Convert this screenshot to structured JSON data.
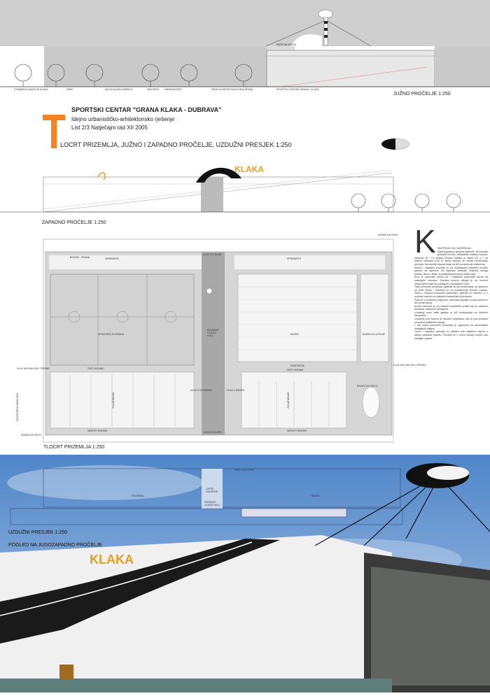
{
  "header": {
    "title": "SPORTSKI CENTAR \"GRANA KLAKA - DUBRAVA\"",
    "subtitle": "Idejno urbanističko-arhitektonsko rješenje",
    "sheet": "List 2/3 Natječajni rad XII 2005",
    "drawing_list": "LOCRT PRIZEMLJA, JUŽNO I ZAPADNO PROČELJE, UZDUŽNI PRESJEK 1:250",
    "accent_color": "#f58220"
  },
  "south_elevation": {
    "label": "JUŽNO PROČELJE 1:250",
    "zones": [
      "STAMBENO NASELJE KLAKA",
      "PARK",
      "ALEJA BLAŽA JURIŠIĆA",
      "DRVORED",
      "PARKIRALIŠTE",
      "PARK SA SPORTSKIM IGRALIŠTIMA",
      "SPORTSKI CENTAR GRANA - KLAKA"
    ],
    "roof_label": "PARK NA KROVU"
  },
  "west_elevation": {
    "label": "ZAPADNO PROČELJE 1:250",
    "logo": "KLAKA"
  },
  "plan": {
    "label": "TLOCRT PRIZEMLJA 1:250",
    "rooms": {
      "spremiste": "SPREMIŠTE",
      "bondic": "BONDIC. GRANA",
      "dvorana": "SPORTSKA DVORANA",
      "passage": "PASSAGE GLAZNI HALL",
      "bazen": "BAZEN",
      "bazen_ucenje": "BAZEN ZA UČENJE",
      "bazen_djeca": "BAZEN ZA DJECU",
      "cisti": "ČISTI HODNIK",
      "necisti": "NEČISTI HODNIK",
      "sanitarije": "SANITARIJE",
      "svlacionice": "SVLAČIONICE"
    },
    "entrances": {
      "grana": "ULAZ IZ GRANE",
      "klaka": "ULAZ IZ KLAKE",
      "dvorana": "ULAZ U DVORANU",
      "bazen": "ULAZ U BAZEN",
      "teren": "ULAZ NA HVALSKU TERENE",
      "terasa": "ULAZ NA HVALSKU TERASU",
      "rampa_top": "RAMPA NA KROV",
      "rampa_bottom": "RAMPA NA KROV",
      "igraliste": "POSTOJEĆA IGRALIŠTA"
    }
  },
  "text_column": {
    "initial": "K",
    "heading": "ONSTRUKCIJA I MATERIJALI",
    "paragraphs": [
      "Cijela zgrada je riješena rasterom 18 komada jednakih krovnih rešetkastih čeličnih nosača, raspona 35 i 74 metara Krovna rešetka je visine 3,5 m i na rasteru razmaka 6,25 m. Bočni stupovi su unutar konstrukcije pročelja, dok srednji stupovi staje na AB konstrukciji svlačionica.",
      "Možno i zapadno pročelje su od aluminijskih fasadnih sendvič panela, sa tapunom od toplinske izolacije. Završna obloga panela, limovi i brtve, su plastificirane limom bijele boje.",
      "Krov je prohodan krovni sa 7 traktatnih poprečnih okvira za nadsvjetle dvorana. Završna krovna obloga je od krovnih sloseovjetni traka sa podlogom od plastične trave.",
      "Tlakl pomoćnih prostorija i galerije su AB konstrukcije sa rasterom od 5kW čelika i nevretna su od konstrukcije krovnih nosača. Zidovi i stropovi pomoćnih prostorija i galerije su žbukani, a u prostoru bazena su obloženi keramičkim pločicama.",
      "Podrum s tehničkim pogonom, bazenska školjka i podna ploča su AB konstrukcija.",
      "Krovni elementi su od čeličnih kvadratnih profila koji su obloženi tendama i lakiranim oblogama.",
      "Unutarnji most caffe galerije je AB konstrukcija na čeličnim stupovima.",
      "Unutarnji pod bazena je obložen pločicama dok je pod dvorane od podnih plastičnih obloga.",
      "I. kat kraka pomoćnih prostorija je uglavnom od aluminijskih ostakljenih stijena.",
      "Južno i zapadno pročelje su riješene kao staklene stijene u sklopu fasadnih panela. Pročelja se u ovom slučaju koriste kao medijski zasloni."
    ]
  },
  "section": {
    "label": "UZDUŽNI PRESJEK 1:250",
    "rooms": [
      "DVORANA",
      "CAFFE GALERIJA",
      "PASSAGE GLAZNI HALL",
      "BAZEN"
    ],
    "roof_label": "PARK NA KROVU"
  },
  "render": {
    "label": "POGLED NA JUGOZAPADNO PROČELJE",
    "sign": "KLAKA"
  }
}
